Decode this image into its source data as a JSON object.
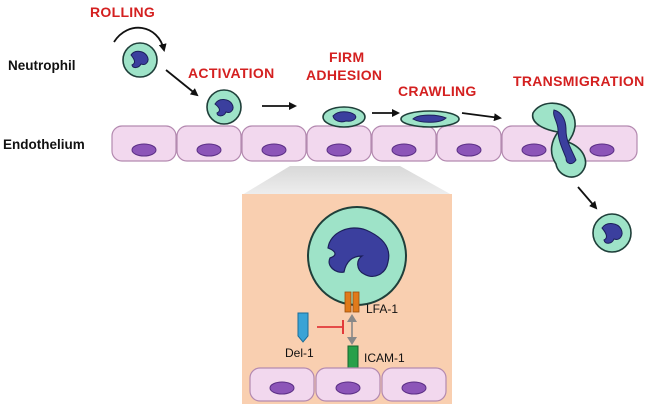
{
  "labels": {
    "neutrophil": "Neutrophil",
    "endothelium": "Endothelium"
  },
  "stages": {
    "rolling": "ROLLING",
    "activation": "ACTIVATION",
    "firm_adhesion_line1": "FIRM",
    "firm_adhesion_line2": "ADHESION",
    "crawling": "CRAWLING",
    "transmigration": "TRANSMIGRATION"
  },
  "molecules": {
    "lfa1": "LFA-1",
    "del1": "Del-1",
    "icam1": "ICAM-1"
  },
  "colors": {
    "stage_text": "#d42020",
    "cell_fill": "#9ee3c8",
    "nucleus": "#3b3f9e",
    "endothelial_cell": "#f2d8ee",
    "endothelial_nucleus": "#8c55b8",
    "inset_background": "#f9cfb0",
    "lfa1": "#e07a1a",
    "del1": "#3aa3d6",
    "icam1": "#27a04a",
    "inhibition": "#e23a3a"
  }
}
